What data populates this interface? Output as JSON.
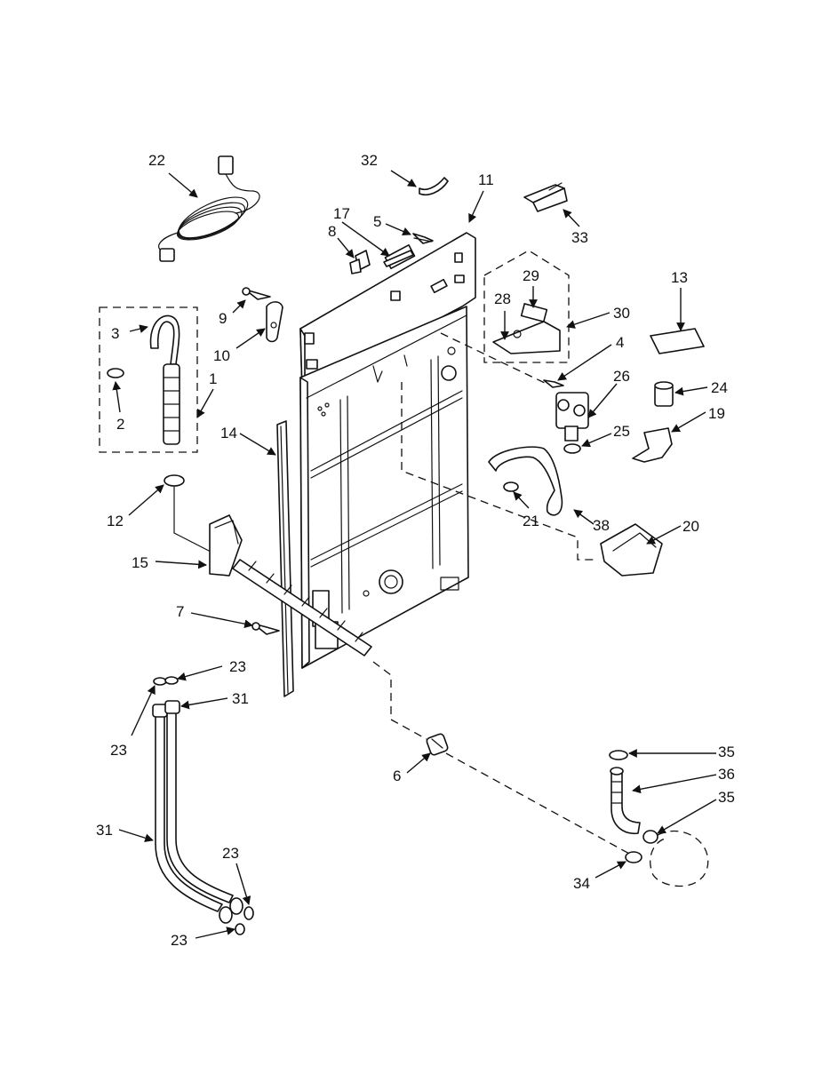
{
  "colors": {
    "ink": "#111111",
    "paper": "#ffffff"
  },
  "callouts": [
    {
      "id": "c22",
      "label": "22"
    },
    {
      "id": "c32",
      "label": "32"
    },
    {
      "id": "c11",
      "label": "11"
    },
    {
      "id": "c17",
      "label": "17"
    },
    {
      "id": "c5",
      "label": "5"
    },
    {
      "id": "c8",
      "label": "8"
    },
    {
      "id": "c33",
      "label": "33"
    },
    {
      "id": "c9",
      "label": "9"
    },
    {
      "id": "c10",
      "label": "10"
    },
    {
      "id": "c3",
      "label": "3"
    },
    {
      "id": "c2",
      "label": "2"
    },
    {
      "id": "c1",
      "label": "1"
    },
    {
      "id": "c29",
      "label": "29"
    },
    {
      "id": "c28",
      "label": "28"
    },
    {
      "id": "c30",
      "label": "30"
    },
    {
      "id": "c13",
      "label": "13"
    },
    {
      "id": "c4",
      "label": "4"
    },
    {
      "id": "c26",
      "label": "26"
    },
    {
      "id": "c24",
      "label": "24"
    },
    {
      "id": "c19",
      "label": "19"
    },
    {
      "id": "c25",
      "label": "25"
    },
    {
      "id": "c14",
      "label": "14"
    },
    {
      "id": "c12",
      "label": "12"
    },
    {
      "id": "c21",
      "label": "21"
    },
    {
      "id": "c38",
      "label": "38"
    },
    {
      "id": "c20",
      "label": "20"
    },
    {
      "id": "c15",
      "label": "15"
    },
    {
      "id": "c7",
      "label": "7"
    },
    {
      "id": "c23a",
      "label": "23"
    },
    {
      "id": "c31a",
      "label": "31"
    },
    {
      "id": "c23b",
      "label": "23"
    },
    {
      "id": "c6",
      "label": "6"
    },
    {
      "id": "c35a",
      "label": "35"
    },
    {
      "id": "c36",
      "label": "36"
    },
    {
      "id": "c35b",
      "label": "35"
    },
    {
      "id": "c31b",
      "label": "31"
    },
    {
      "id": "c23c",
      "label": "23"
    },
    {
      "id": "c34",
      "label": "34"
    },
    {
      "id": "c23d",
      "label": "23"
    }
  ]
}
